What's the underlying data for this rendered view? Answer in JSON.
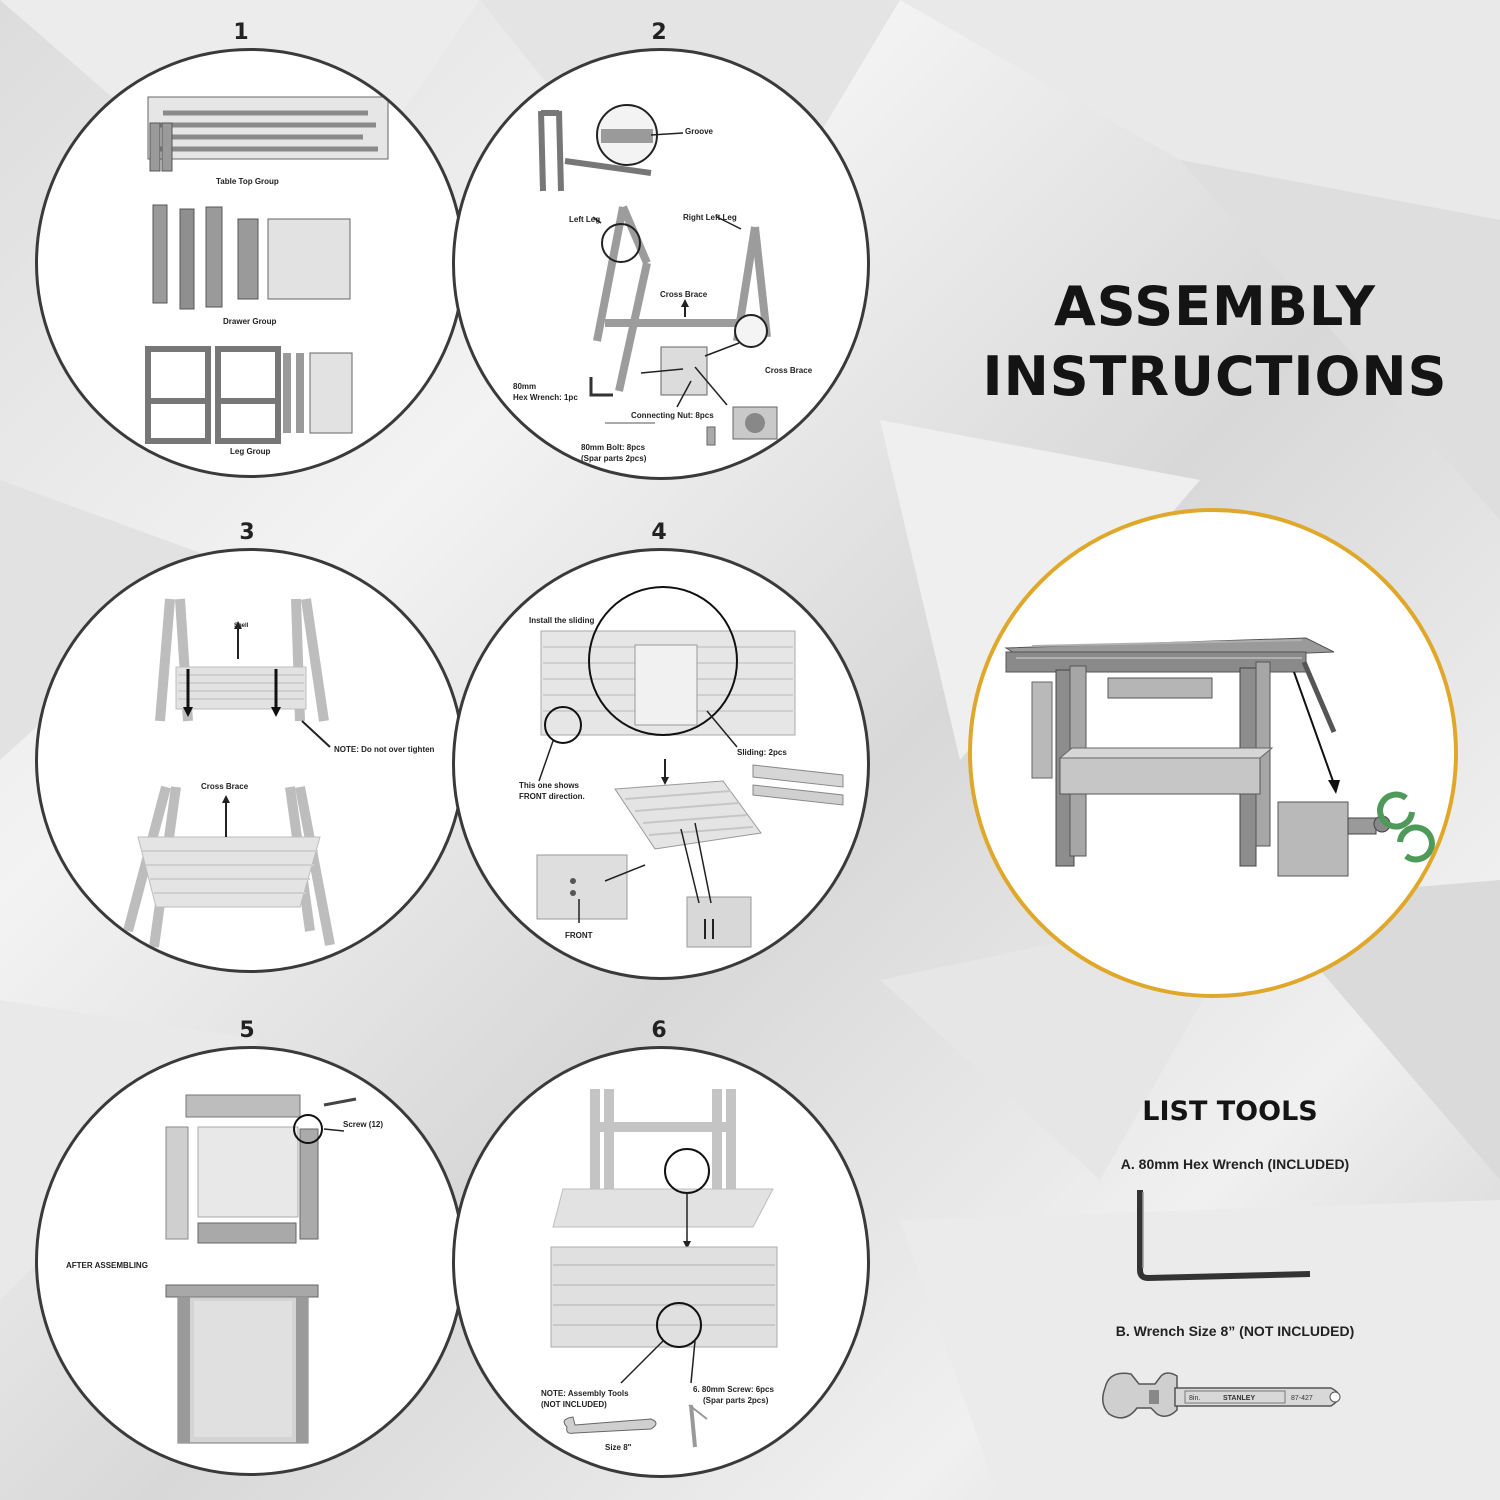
{
  "header": {
    "title_line1": "ASSEMBLY",
    "title_line2": "INSTRUCTIONS"
  },
  "colors": {
    "circle_border": "#3a3a3a",
    "product_circle_border": "#e0a82b",
    "wood_light": "#d9d9d9",
    "wood_dark": "#8a8a8a"
  },
  "steps": [
    {
      "number": "1",
      "labels": {
        "table_top": "Table Top Group",
        "drawer": "Drawer Group",
        "leg": "Leg Group"
      }
    },
    {
      "number": "2",
      "labels": {
        "groove": "Groove",
        "left_leg": "Left Leg",
        "right_left_leg": "Right Left Leg",
        "cross_brace_top": "Cross Brace",
        "cross_brace_side": "Cross Brace",
        "hex_1": "80mm",
        "hex_2": "Hex Wrench: 1pc",
        "nut": "Connecting Nut: 8pcs",
        "bolt_1": "80mm Bolt:  8pcs",
        "bolt_2": "(Spar parts 2pcs)"
      }
    },
    {
      "number": "3",
      "labels": {
        "tool": "Shell",
        "note": "NOTE: Do not over tighten",
        "cross_brace": "Cross Brace"
      }
    },
    {
      "number": "4",
      "labels": {
        "install": "Install the sliding",
        "sliding": "Sliding: 2pcs",
        "front_1": "This one shows",
        "front_2": "FRONT direction.",
        "front": "FRONT"
      }
    },
    {
      "number": "5",
      "labels": {
        "screw": "Screw (12)",
        "after": "AFTER ASSEMBLING"
      }
    },
    {
      "number": "6",
      "labels": {
        "note_1": "NOTE: Assembly Tools",
        "note_2": "(NOT INCLUDED)",
        "screw_1": "6. 80mm Screw: 6pcs",
        "screw_2": "(Spar parts 2pcs)",
        "size": "Size 8\""
      }
    }
  ],
  "tools": {
    "title": "LIST TOOLS",
    "a": "A. 80mm Hex Wrench (INCLUDED)",
    "b": "B. Wrench Size 8” (NOT INCLUDED)",
    "wrench_marks": {
      "brand": "STANLEY",
      "size": "8in.",
      "model": "87-427"
    }
  }
}
